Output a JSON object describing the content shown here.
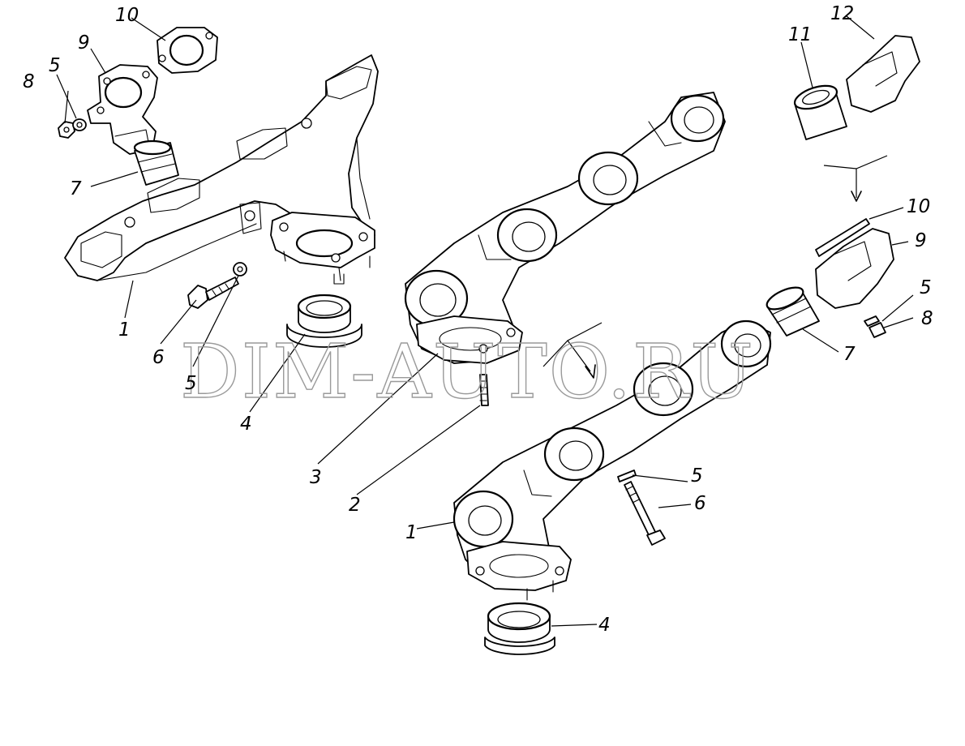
{
  "watermark": "DIM-AUTO.RU",
  "callouts": {
    "c1a": "1",
    "c1b": "1",
    "c2": "2",
    "c3": "3",
    "c4a": "4",
    "c4b": "4",
    "c5a": "5",
    "c5b": "5",
    "c5c": "5",
    "c5d": "5",
    "c6a": "6",
    "c6b": "6",
    "c7a": "7",
    "c7b": "7",
    "c8a": "8",
    "c8b": "8",
    "c9a": "9",
    "c9b": "9",
    "c10a": "10",
    "c10b": "10",
    "c11": "11",
    "c12": "12"
  }
}
